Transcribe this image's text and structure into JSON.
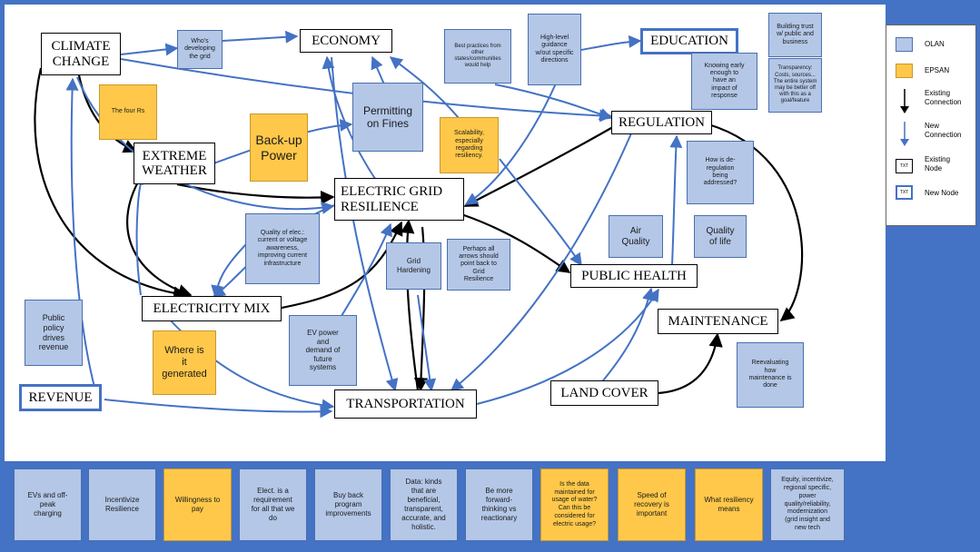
{
  "nodes": {
    "climate_change": "CLIMATE\nCHANGE",
    "economy": "ECONOMY",
    "education": "EDUCATION",
    "extreme_weather": "EXTREME\nWEATHER",
    "regulation": "REGULATION",
    "electric_grid_resilience": "ELECTRIC GRID\nRESILIENCE",
    "public_health": "PUBLIC HEALTH",
    "electricity_mix": "ELECTRICITY MIX",
    "maintenance": "MAINTENANCE",
    "revenue": "REVENUE",
    "transportation": "TRANSPORTATION",
    "land_cover": "LAND COVER"
  },
  "notes": {
    "whos_developing": "Who's\ndeveloping\nthe grid",
    "best_practices": "Best practices from\nother\nstates/communities\nwould help",
    "high_level_guidance": "High-level\nguidance\nw/out specific\ndirections",
    "building_trust": "Building trust\nw/ public and\nbusiness",
    "transparency": "Transparency:\nCosts, sources...\nThe entire system\nmay be better off\nwith this as a\ngoal/feature",
    "knowing_early": "Knowing early\nenough to\nhave an\nimpact of\nresponse",
    "four_rs": "The four Rs",
    "backup_power": "Back-up\nPower",
    "permitting": "Permitting\non Fines",
    "scalability": "Scalability,\nespecially\nregarding\nresiliency.",
    "deregulation": "How is de-\nregulation\nbeing\naddressed?",
    "quality_elec": "Quality of elec.:\ncurrent or voltage\nawareness,\nimproving current\ninfrastructure",
    "grid_hardening": "Grid\nHardening",
    "arrows_point_back": "Perhaps all\narrows should\npoint back to\nGrid\nResilience",
    "air_quality": "Air\nQuality",
    "quality_of_life": "Quality\nof life",
    "public_policy": "Public\npolicy\ndrives\nrevenue",
    "where_generated": "Where is\nit\ngenerated",
    "ev_power": "EV power\nand\ndemand of\nfuture\nsystems",
    "reevaluating": "Reevaluating\nhow\nmaintenance is\ndone"
  },
  "legend": {
    "olan": "OLAN",
    "epsan": "EPSAN",
    "existing_connection": "Existing\nConnection",
    "new_connection": "New\nConnection",
    "existing_node": "Existing\nNode",
    "new_node": "New Node",
    "node_sample": "TXT"
  },
  "bottom_notes": [
    "EVs and off-\npeak\ncharging",
    "Incentivize\nResilience",
    "Willingness to\npay",
    "Elect. is a\nrequirement\nfor all that we\ndo",
    "Buy back\nprogram\nimprovements",
    "Data: kinds\nthat are\nbeneficial,\ntransparent,\naccurate, and\nholistic.",
    "Be more\nforward-\nthinking vs\nreactionary",
    "Is the data\nmaintained for\nusage of water?\nCan this be\nconsidered for\nelectric usage?",
    "Speed of\nrecovery is\nimportant",
    "What resiliency\nmeans",
    "Equity, incentivize,\nregional specific,\npower\nquality/reliability,\nmodernization\n(grid insight and\nnew tech"
  ],
  "colors": {
    "olan": "#b4c7e7",
    "epsan": "#ffc84a",
    "new_connection": "#4472c4",
    "existing_connection": "#000000",
    "frame": "#4472c4"
  },
  "icons": {
    "existing_connection": "black-down-arrow-icon",
    "new_connection": "blue-down-arrow-icon"
  }
}
